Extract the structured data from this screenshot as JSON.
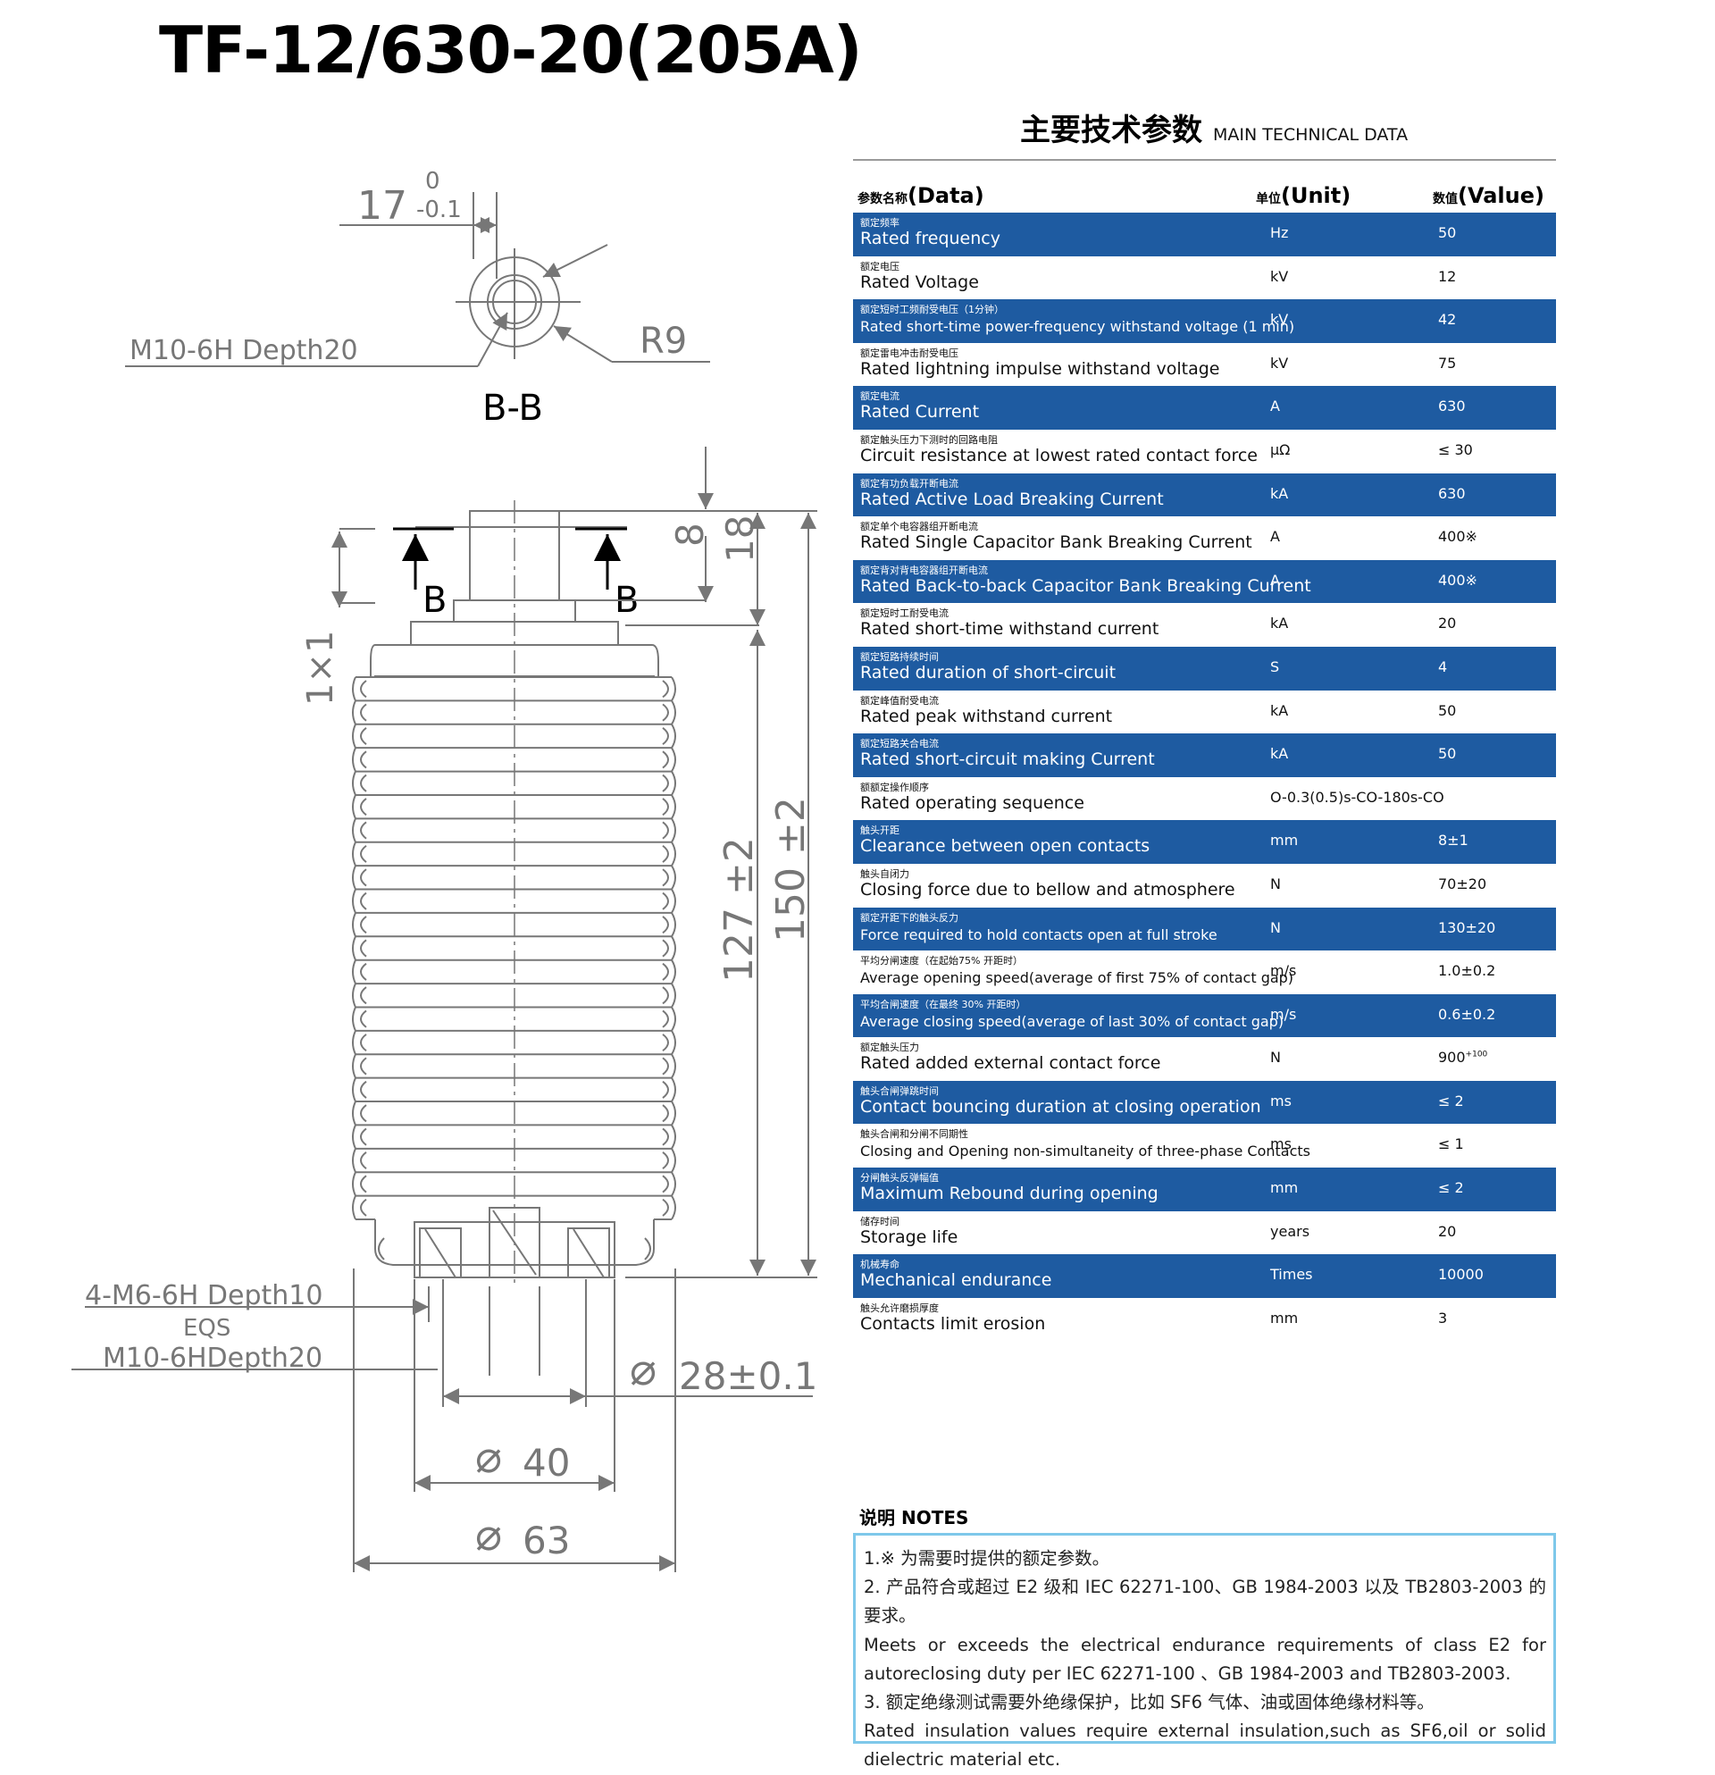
{
  "title": "TF-12/630-20(205A)",
  "drawing": {
    "dim_17": "17",
    "tol_upper": "0",
    "tol_lower": "-0.1",
    "thread_top": "M10-6H Depth20",
    "radius": "R9",
    "section_label": "B-B",
    "b_left": "B",
    "b_right": "B",
    "dim_8": "8",
    "dim_18": "18",
    "dim_1x1": "1×1",
    "dim_127": "127 ±2",
    "dim_150": "150 ±2",
    "thread_bottom_1": "4-M6-6H Depth10",
    "eqs": "EQS",
    "thread_bottom_2": "M10-6HDepth20",
    "diam_28": "28±0.1",
    "diam_40": "40",
    "diam_63": "63",
    "diam_symbol": "⌀"
  },
  "section": {
    "zh": "主要技术参数",
    "en": "MAIN TECHNICAL DATA"
  },
  "headers": {
    "data_zh": "参数名称",
    "data_en": "(Data)",
    "unit_zh": "单位",
    "unit_en": "(Unit)",
    "value_zh": "数值",
    "value_en": "(Value)"
  },
  "rows": [
    {
      "zh": "额定频率",
      "en": "Rated frequency",
      "unit": "Hz",
      "value": "50"
    },
    {
      "zh": "额定电压",
      "en": "Rated Voltage",
      "unit": "kV",
      "value": "12"
    },
    {
      "zh": "额定短时工频耐受电压（1分钟）",
      "en": "Rated short-time power-frequency withstand voltage (1 min)",
      "unit": "kV",
      "value": "42"
    },
    {
      "zh": "额定雷电冲击耐受电压",
      "en": "Rated lightning impulse withstand voltage",
      "unit": "kV",
      "value": "75"
    },
    {
      "zh": "额定电流",
      "en": "Rated Current",
      "unit": "A",
      "value": "630"
    },
    {
      "zh": "额定触头压力下测时的回路电阻",
      "en": "Circuit resistance at lowest rated contact force",
      "unit": "μΩ",
      "value": "≤ 30"
    },
    {
      "zh": "额定有功负载开断电流",
      "en": "Rated Active Load Breaking Current",
      "unit": "kA",
      "value": "630"
    },
    {
      "zh": "额定单个电容器组开断电流",
      "en": "Rated Single Capacitor Bank Breaking Current",
      "unit": "A",
      "value": "400※"
    },
    {
      "zh": "额定背对背电容器组开断电流",
      "en": "Rated Back-to-back Capacitor Bank Breaking Current",
      "unit": "A",
      "value": "400※"
    },
    {
      "zh": "额定短时工耐受电流",
      "en": "Rated short-time withstand current",
      "unit": "kA",
      "value": "20"
    },
    {
      "zh": "额定短路持续时间",
      "en": "Rated duration of short-circuit",
      "unit": "S",
      "value": "4"
    },
    {
      "zh": "额定峰值耐受电流",
      "en": "Rated peak withstand current",
      "unit": "kA",
      "value": "50"
    },
    {
      "zh": "额定短路关合电流",
      "en": "Rated short-circuit making Current",
      "unit": "kA",
      "value": "50"
    },
    {
      "zh": "额额定操作顺序",
      "en": "Rated operating sequence",
      "unit": "",
      "value": "O-0.3(0.5)s-CO-180s-CO"
    },
    {
      "zh": "触头开距",
      "en": "Clearance between open contacts",
      "unit": "mm",
      "value": "8±1"
    },
    {
      "zh": "触头自闭力",
      "en": "Closing force due to bellow and atmosphere",
      "unit": "N",
      "value": "70±20"
    },
    {
      "zh": "额定开距下的触头反力",
      "en": "Force required to hold contacts open at full stroke",
      "unit": "N",
      "value": "130±20"
    },
    {
      "zh": "平均分闸速度（在起始75% 开距时）",
      "en": "Average opening speed(average of first 75% of contact gap)",
      "unit": "m/s",
      "value": "1.0±0.2"
    },
    {
      "zh": "平均合闸速度（在最终 30% 开距时）",
      "en": "Average closing speed(average of last 30% of contact gap)",
      "unit": "m/s",
      "value": "0.6±0.2"
    },
    {
      "zh": "额定触头压力",
      "en": "Rated added external contact force",
      "unit": "N",
      "value": "900",
      "sup": "+100"
    },
    {
      "zh": "触头合闸弹跳时间",
      "en": "Contact bouncing duration at closing operation",
      "unit": "ms",
      "value": "≤ 2"
    },
    {
      "zh": "触头合闸和分闸不同期性",
      "en": "Closing and Opening non-simultaneity of three-phase Contacts",
      "unit": "ms",
      "value": "≤ 1"
    },
    {
      "zh": "分闸触头反弹幅值",
      "en": "Maximum Rebound during opening",
      "unit": "mm",
      "value": "≤ 2"
    },
    {
      "zh": "储存时间",
      "en": "Storage life",
      "unit": "years",
      "value": "20"
    },
    {
      "zh": "机械寿命",
      "en": "Mechanical endurance",
      "unit": "Times",
      "value": "10000"
    },
    {
      "zh": "触头允许磨损厚度",
      "en": "Contacts limit erosion",
      "unit": "mm",
      "value": "3"
    }
  ],
  "notes": {
    "heading": "说明   NOTES",
    "lines": [
      "1.※ 为需要时提供的额定参数。",
      "2. 产品符合或超过 E2 级和 IEC 62271-100、GB 1984-2003 以及 TB2803-2003 的要求。",
      "Meets or exceeds the electrical endurance requirements of class E2 for autoreclosing duty per IEC 62271-100 、GB 1984-2003 and TB2803-2003.",
      "3. 额定绝缘测试需要外绝缘保护，比如 SF6 气体、油或固体绝缘材料等。",
      "Rated insulation values require external insulation,such as SF6,oil or solid dielectric material etc."
    ]
  },
  "colors": {
    "row_blue": "#1e5ba1",
    "notes_border": "#7ec8ea",
    "dim_gray": "#777777"
  }
}
